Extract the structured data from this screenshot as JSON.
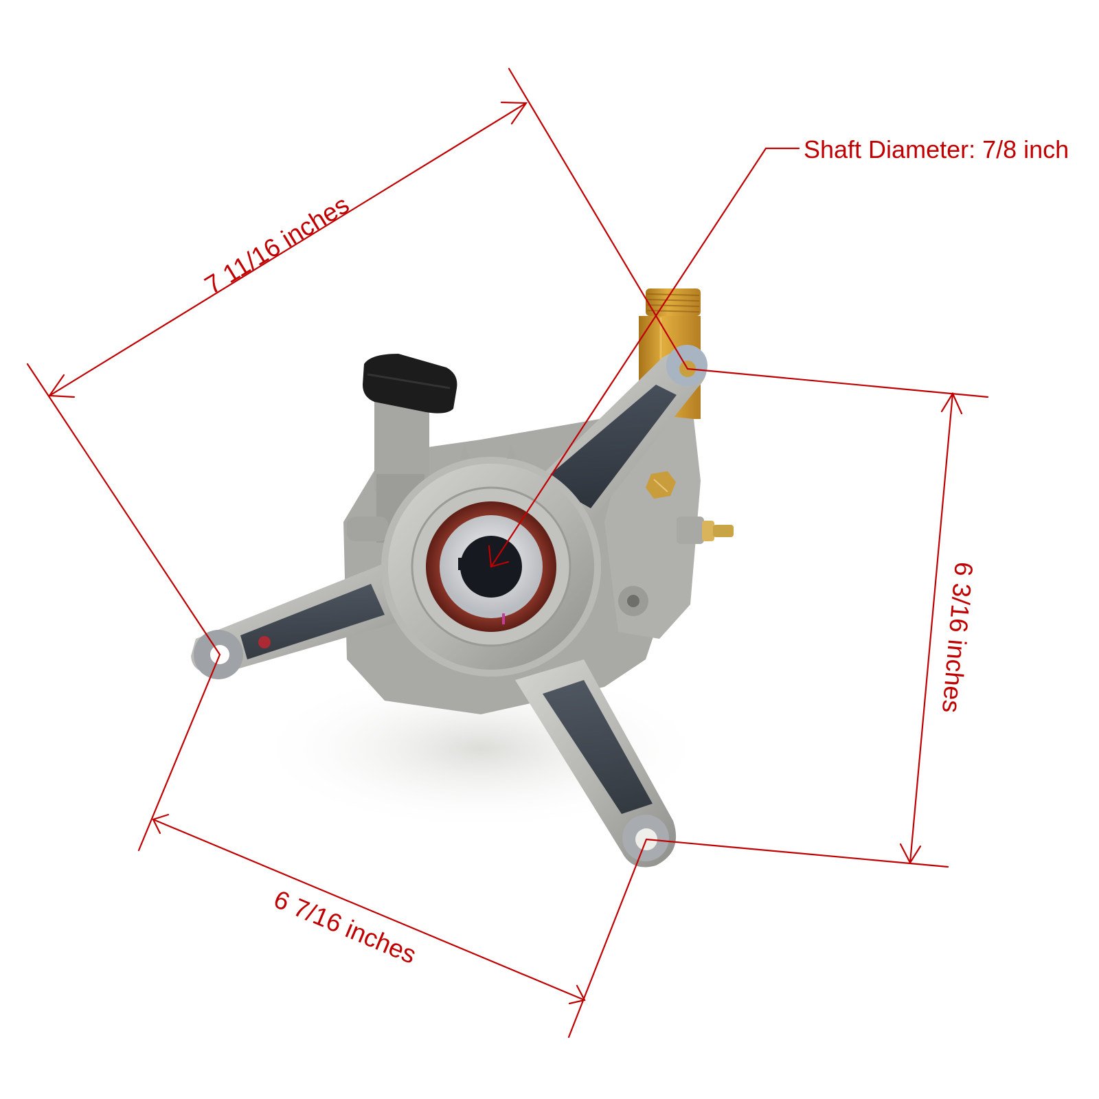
{
  "image": {
    "subject": "Pressure washer pump with dimension annotations",
    "background": "#ffffff",
    "annotation_color": "#c00000"
  },
  "annotations": {
    "shaft_diameter": {
      "label": "Shaft Diameter: 7/8 inch"
    },
    "top_width": {
      "label": "7 11/16 inches"
    },
    "right_height": {
      "label": "6 3/16 inches"
    },
    "bottom_width": {
      "label": "6 7/16 inches"
    }
  },
  "parts": {
    "brass_outlet_fitting": {
      "color": "#d19a2a"
    },
    "black_inlet_cap": {
      "color": "#1c1c1c"
    },
    "aluminum_body": {
      "color": "#b9b9b5"
    },
    "oil_seal": {
      "color": "#7a2a20"
    },
    "shaft_bore": {
      "color": "#16191f"
    },
    "dark_arm_inserts": {
      "color": "#2b3440"
    },
    "brass_barb_fitting": {
      "color": "#c9a445"
    }
  }
}
